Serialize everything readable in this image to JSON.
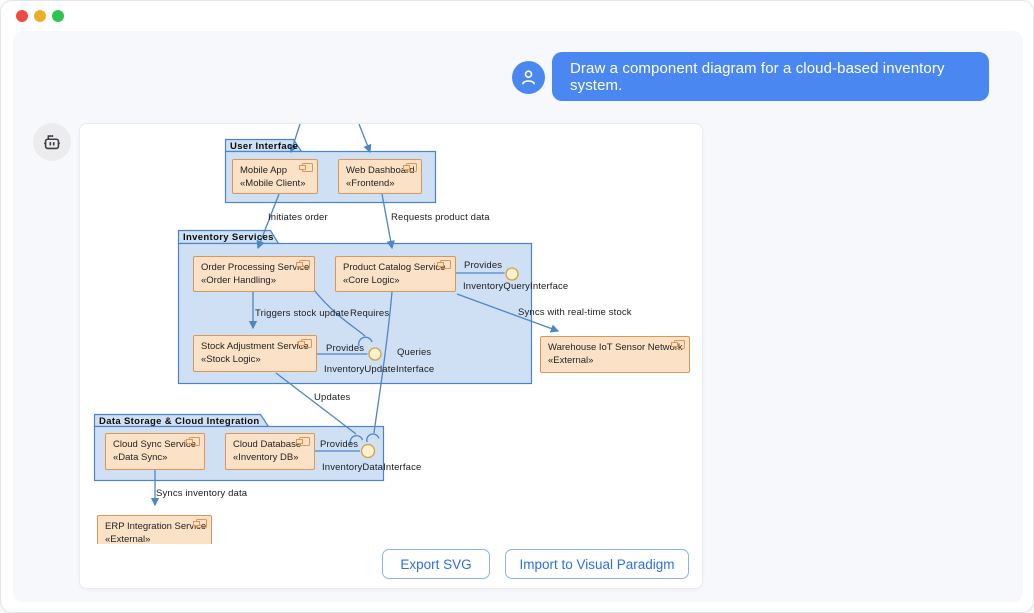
{
  "window": {
    "controls": {
      "close": "close",
      "minimize": "minimize",
      "maximize": "maximize"
    }
  },
  "chat": {
    "user_message": "Draw a component diagram for a cloud-based inventory system."
  },
  "diagram": {
    "packages": {
      "ui": {
        "title": "User Interface"
      },
      "inventory": {
        "title": "Inventory Services"
      },
      "storage": {
        "title": "Data Storage & Cloud Integration"
      }
    },
    "components": {
      "mobile_app": {
        "name": "Mobile App",
        "stereotype": "«Mobile Client»"
      },
      "web_dashboard": {
        "name": "Web Dashboard",
        "stereotype": "«Frontend»"
      },
      "order_processing": {
        "name": "Order Processing Service",
        "stereotype": "«Order Handling»"
      },
      "product_catalog": {
        "name": "Product Catalog Service",
        "stereotype": "«Core Logic»"
      },
      "stock_adjustment": {
        "name": "Stock Adjustment Service",
        "stereotype": "«Stock Logic»"
      },
      "warehouse_iot": {
        "name": "Warehouse IoT Sensor Network",
        "stereotype": "«External»"
      },
      "cloud_sync": {
        "name": "Cloud Sync Service",
        "stereotype": "«Data Sync»"
      },
      "cloud_db": {
        "name": "Cloud Database",
        "stereotype": "«Inventory DB»"
      },
      "erp": {
        "name": "ERP Integration Service",
        "stereotype": "«External»"
      }
    },
    "labels": {
      "initiates": "Initiates order",
      "requests": "Requests product data",
      "triggers": "Triggers stock update",
      "requires": "Requires",
      "provides_update": "Provides",
      "inventory_update_interface": "InventoryUpdateInterface",
      "queries": "Queries",
      "provides_query": "Provides",
      "inventory_query_interface": "InventoryQueryInterface",
      "syncs_stock": "Syncs with real-time stock",
      "updates": "Updates",
      "provides_data": "Provides",
      "inventory_data_interface": "InventoryDataInterface",
      "syncs_inventory": "Syncs inventory data"
    },
    "colors": {
      "package_fill": "#cfe0f4",
      "package_stroke": "#4d84c4",
      "component_fill": "#fbe2c7",
      "component_stroke": "#db9757",
      "interface_ball_fill": "#fcf0cd",
      "interface_ball_stroke": "#d1a142",
      "edge": "#4d86c4"
    }
  },
  "actions": {
    "export_svg": "Export SVG",
    "import_vp": "Import to Visual Paradigm"
  },
  "theme": {
    "accent_blue": "#4b87f0",
    "button_text": "#2d6fe8"
  }
}
